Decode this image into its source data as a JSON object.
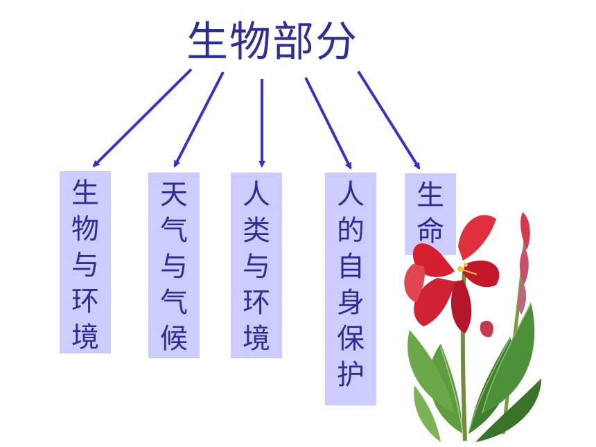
{
  "title": "生物部分",
  "topics": [
    {
      "label": "生物与环境"
    },
    {
      "label": "天气与气候"
    },
    {
      "label": "人类与环境"
    },
    {
      "label": "人的自身保护"
    },
    {
      "label": "生命"
    }
  ],
  "colors": {
    "text": "#2E2E99",
    "box": "#CCCCFF",
    "arrow": "#3333CC",
    "petal": "#D61F2E",
    "leaf": "#4E8F3A"
  },
  "icons": {
    "decoration": "flower-icon"
  }
}
